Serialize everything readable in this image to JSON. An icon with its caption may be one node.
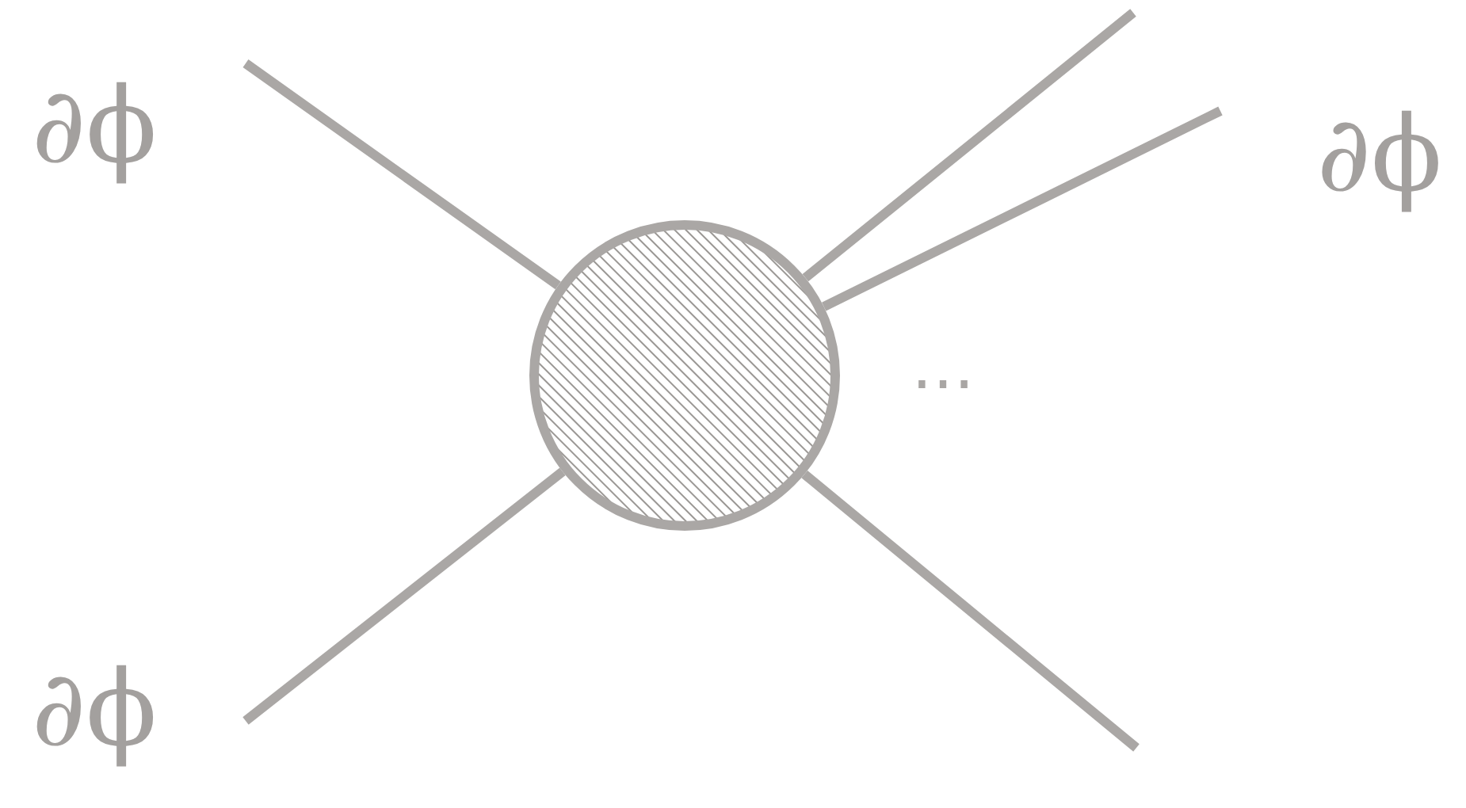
{
  "diagram": {
    "nodes": [
      {
        "text": [
          "∂ϕ"
        ]
      },
      {
        "text": [
          "∂ϕ"
        ]
      },
      {
        "text": [],
        "shape": "circle"
      },
      {
        "text": [
          "∂ϕ"
        ]
      }
    ],
    "edges": [
      {
        "from": 0,
        "to": 2,
        "arrow": "none"
      },
      {
        "from": 3,
        "to": 2,
        "arrow": "none"
      },
      {
        "from": 2,
        "to": null,
        "arrow": "none"
      },
      {
        "from": 2,
        "to": 1,
        "arrow": "none"
      },
      {
        "from": 2,
        "to": null,
        "arrow": "none"
      }
    ],
    "labels": [
      "…"
    ]
  }
}
